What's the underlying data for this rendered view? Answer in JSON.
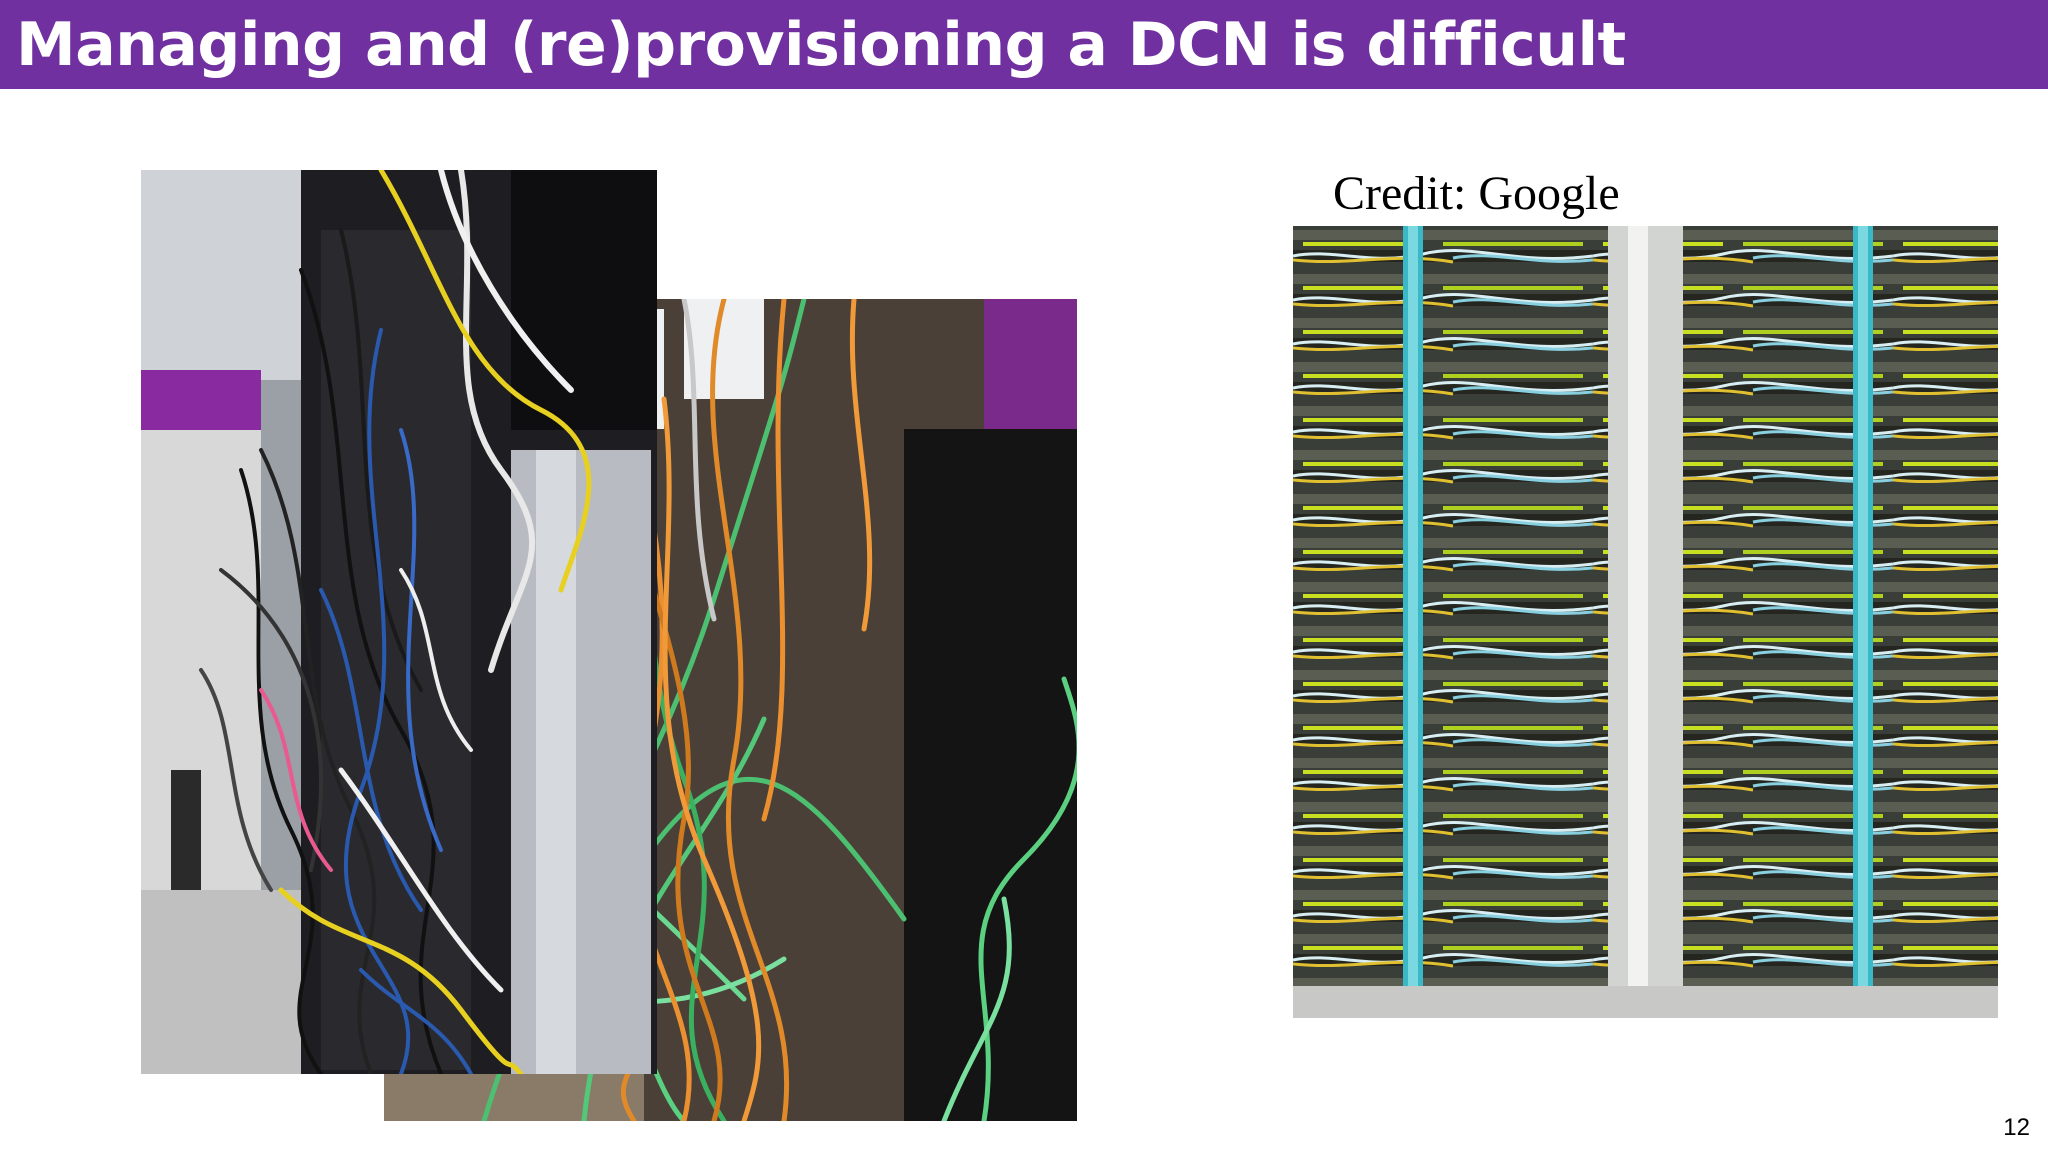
{
  "slide": {
    "title": "Managing and (re)provisioning a DCN is difficult",
    "credit": "Credit: Google",
    "page_number": "12"
  },
  "images": [
    {
      "name": "messy-rack-photo",
      "description": "Rack with tangled black, blue, white and yellow cables"
    },
    {
      "name": "messy-patch-wall-photo",
      "description": "Wall of tangled green and orange network cables"
    },
    {
      "name": "google-datacenter-racks-photo",
      "description": "Orderly datacenter racks with cyan cable bundles and green lights"
    }
  ],
  "colors": {
    "title_bar": "#7030a0",
    "title_text": "#ffffff"
  }
}
